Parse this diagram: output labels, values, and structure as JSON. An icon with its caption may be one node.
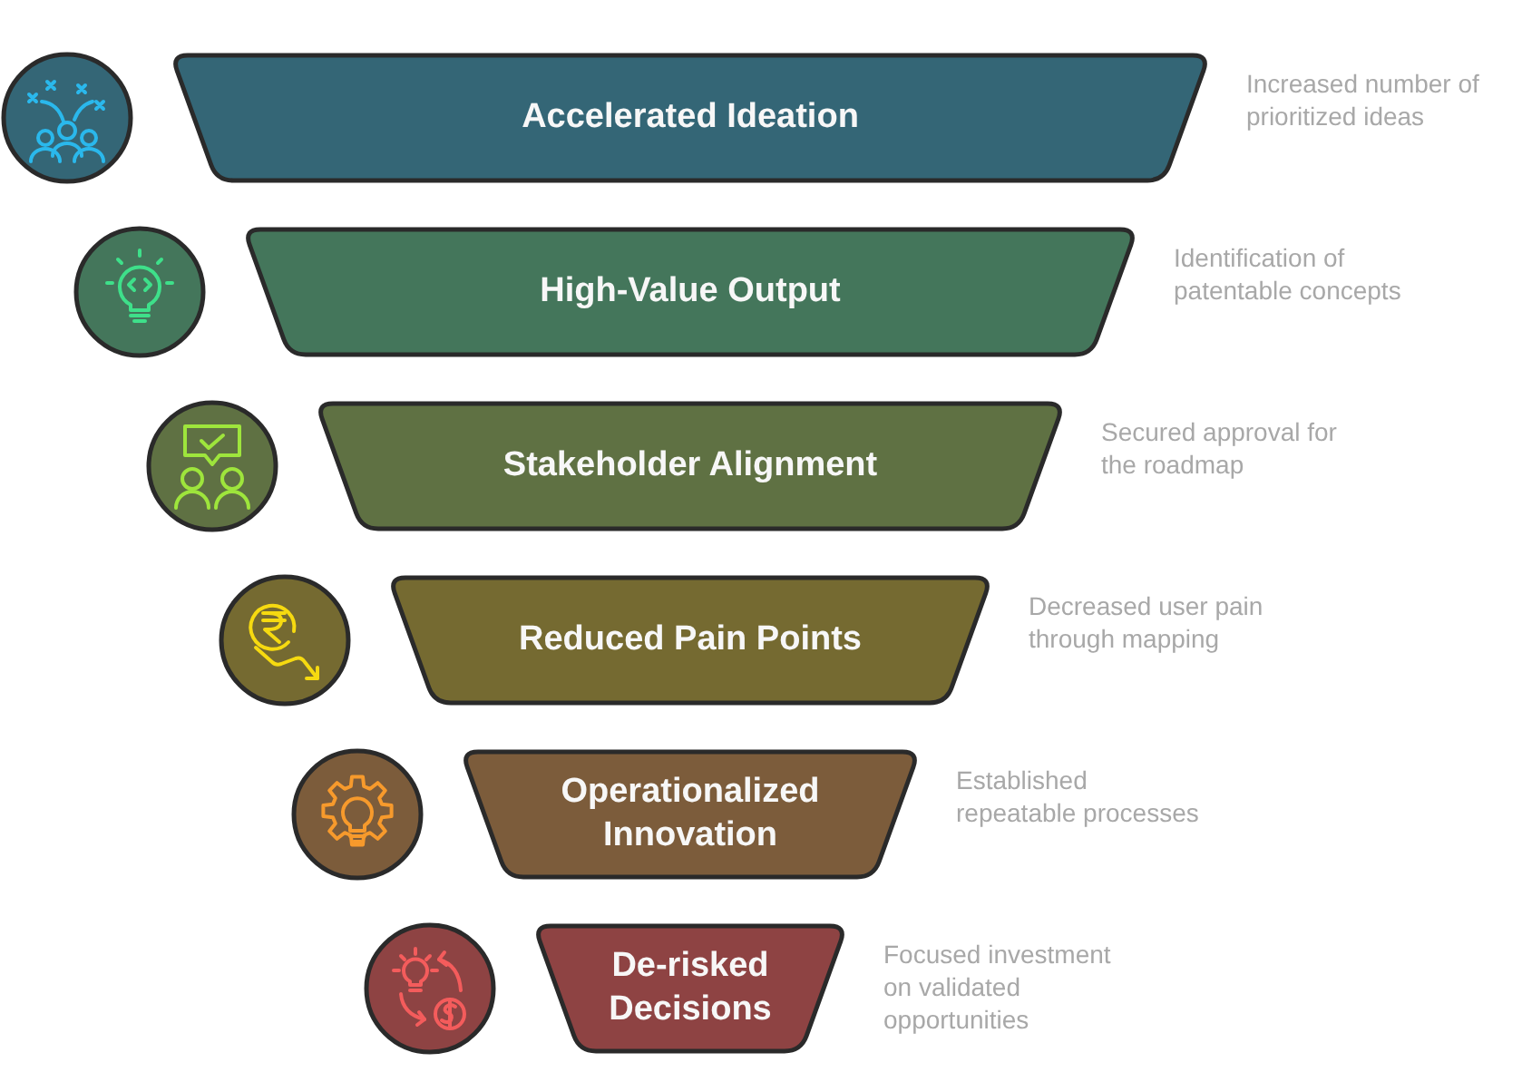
{
  "diagram": {
    "nodes": [
      {
        "text": [
          "Accelerated Ideation"
        ],
        "beside": [
          "Increased number of prioritized ideas"
        ]
      },
      {
        "text": [
          "High-Value Output"
        ],
        "beside": [
          "Identification of patentable concepts"
        ]
      },
      {
        "text": [
          "Stakeholder Alignment"
        ],
        "beside": [
          "Secured approval for the roadmap"
        ]
      },
      {
        "text": [
          "Reduced Pain Points"
        ],
        "beside": [
          "Decreased user pain through mapping"
        ]
      },
      {
        "text": [
          "Operationalized Innovation"
        ],
        "beside": [
          "Established repeatable processes"
        ]
      },
      {
        "text": [
          "De-risked Decisions"
        ],
        "beside": [
          "Focused investment on validated opportunities"
        ]
      }
    ]
  }
}
